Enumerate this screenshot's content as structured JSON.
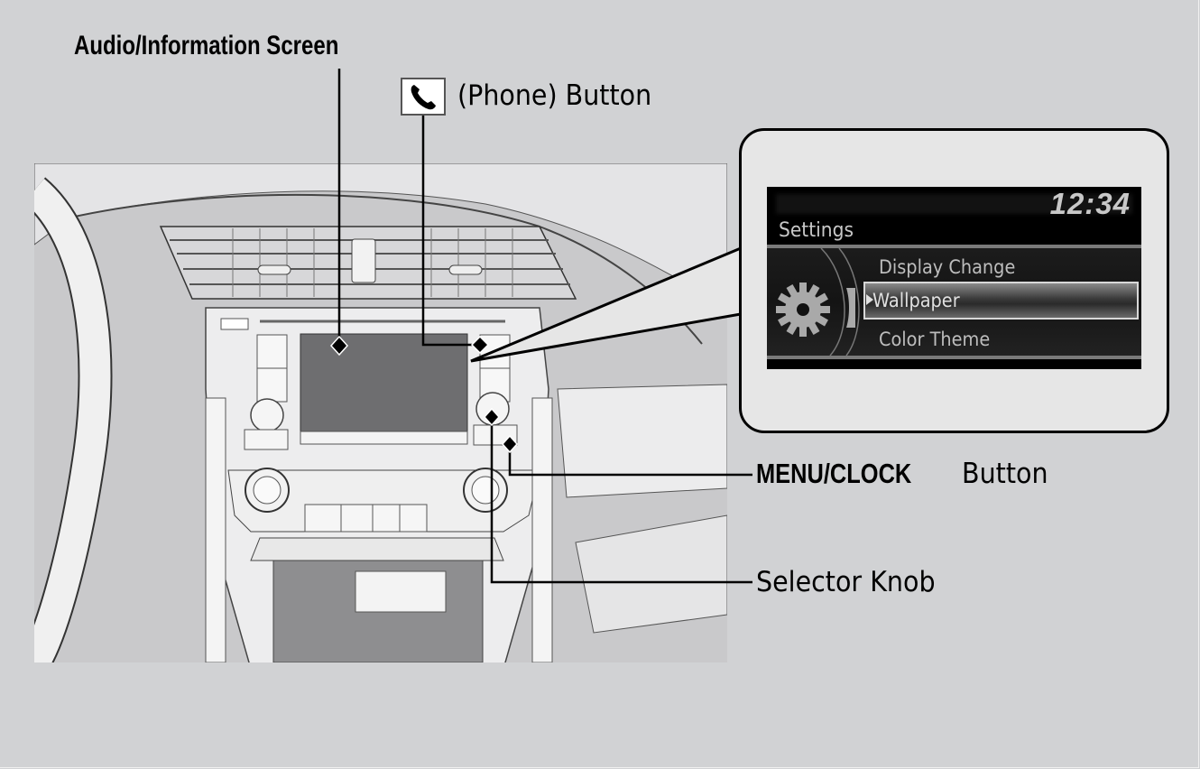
{
  "labels": {
    "audio_screen": "Audio/Information Screen",
    "phone_button": "(Phone) Button",
    "phone_icon": "phone-icon",
    "menu_clock": "MENU/CLOCK",
    "menu_clock_suffix": "Button",
    "selector_knob": "Selector Knob"
  },
  "inset_screen": {
    "clock": "12:34",
    "title": "Settings",
    "icon": "gear-icon",
    "menu_items": [
      {
        "label": "Display Change",
        "selected": false
      },
      {
        "label": "Wallpaper",
        "selected": true
      },
      {
        "label": "Color Theme",
        "selected": false
      }
    ]
  },
  "colors": {
    "background": "#d1d2d4",
    "callout_fill": "#e6e6e6",
    "screen_bg": "#000000",
    "screen_text": "#c8c8c8"
  }
}
